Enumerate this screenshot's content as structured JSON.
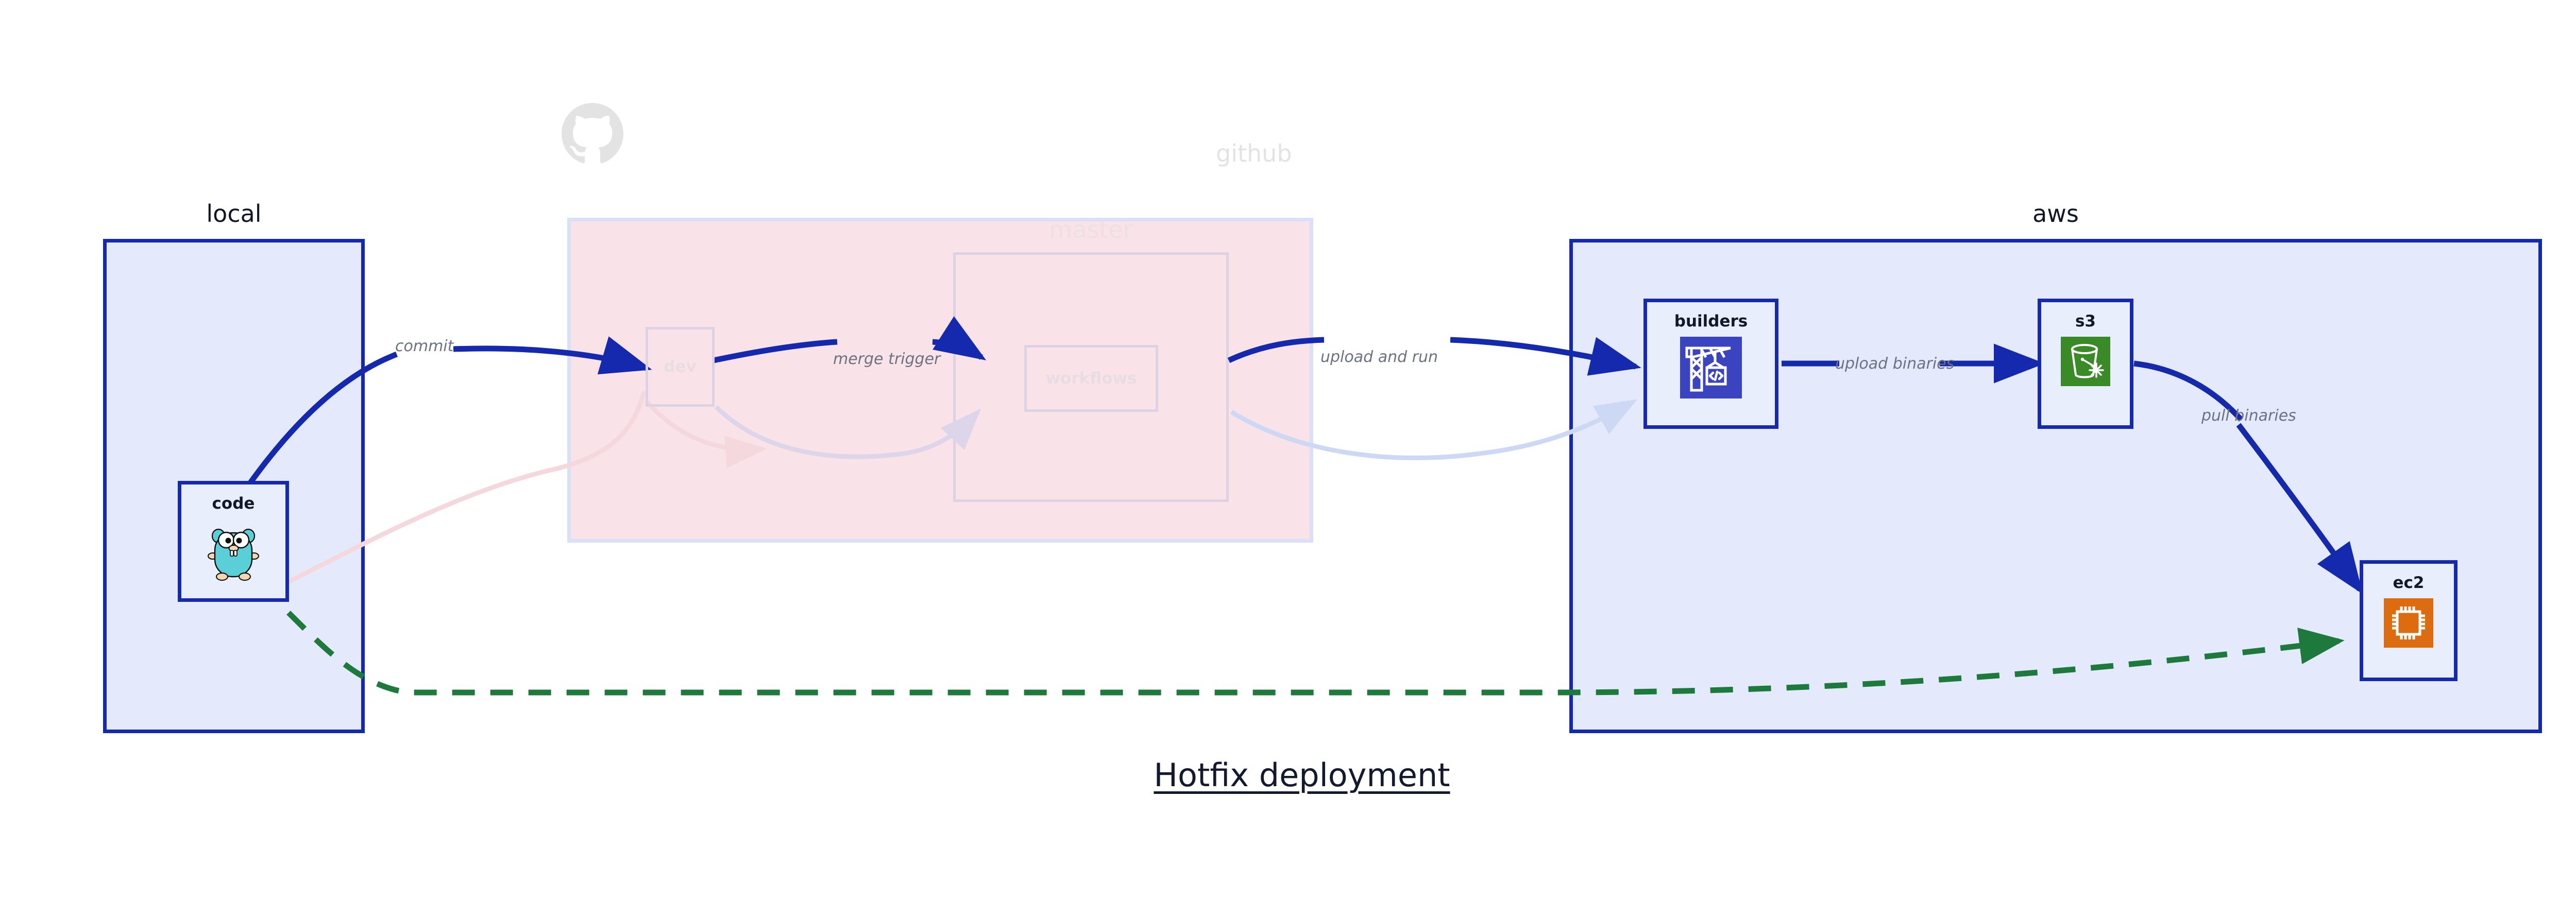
{
  "diagram": {
    "title": "Hotfix deployment",
    "type": "deployment-flow-diagram"
  },
  "clusters": [
    {
      "id": "local",
      "label": "local",
      "style": "solid-blue",
      "fill": "#e4eafb",
      "stroke": "#1429ad",
      "label_align": "center"
    },
    {
      "id": "github",
      "label": "github",
      "style": "faded-pink",
      "fill": "#fae3e8",
      "stroke": "#d9e0f7",
      "label_align": "right"
    },
    {
      "id": "master",
      "label": "master",
      "style": "faded-outline",
      "fill": "transparent",
      "stroke": "#ddd2e4",
      "label_align": "center"
    },
    {
      "id": "aws",
      "label": "aws",
      "style": "solid-blue",
      "fill": "#e4eafb",
      "stroke": "#1429ad",
      "label_align": "center"
    }
  ],
  "nodes": [
    {
      "id": "code",
      "label": "code",
      "icon": "go-gopher-icon",
      "cluster": "local",
      "faded": false
    },
    {
      "id": "dev",
      "label": "dev",
      "icon": "none",
      "cluster": "github",
      "faded": true
    },
    {
      "id": "workflows",
      "label": "workflows",
      "icon": "none",
      "cluster": "master",
      "faded": true
    },
    {
      "id": "builders",
      "label": "builders",
      "icon": "aws-codebuild-crane-icon",
      "icon_color": "#3a43c0",
      "cluster": "aws",
      "faded": false
    },
    {
      "id": "s3",
      "label": "s3",
      "icon": "aws-s3-glacier-bucket-icon",
      "icon_color": "#3b8a28",
      "cluster": "aws",
      "faded": false
    },
    {
      "id": "ec2",
      "label": "ec2",
      "icon": "aws-ec2-chip-icon",
      "icon_color": "#dd6b10",
      "cluster": "aws",
      "faded": false
    }
  ],
  "edges": [
    {
      "id": "commit",
      "label": "commit",
      "from": "code",
      "to": "dev",
      "style": "solid-blue",
      "color": "#1429ad"
    },
    {
      "id": "merge-trigger",
      "label": "merge trigger",
      "from": "dev",
      "to": "workflows",
      "style": "solid-blue",
      "color": "#1429ad"
    },
    {
      "id": "upload-and-run",
      "label": "upload and run",
      "from": "workflows",
      "to": "builders",
      "style": "solid-blue",
      "color": "#1429ad"
    },
    {
      "id": "upload-binaries",
      "label": "upload binaries",
      "from": "builders",
      "to": "s3",
      "style": "solid-blue",
      "color": "#1429ad"
    },
    {
      "id": "pull-binaries",
      "label": "pull binaries",
      "from": "s3",
      "to": "ec2",
      "style": "solid-blue",
      "color": "#1429ad"
    },
    {
      "id": "hotfix-direct",
      "label": "",
      "from": "code",
      "to": "ec2",
      "style": "dashed-green",
      "color": "#1e7a3c"
    },
    {
      "id": "ghost-a",
      "label": "",
      "from": "code",
      "to": "dev",
      "style": "faded",
      "color": "#f4d8de"
    },
    {
      "id": "ghost-b",
      "label": "",
      "from": "dev",
      "to": "workflows",
      "style": "faded",
      "color": "#ddd6ea"
    },
    {
      "id": "ghost-c",
      "label": "",
      "from": "workflows",
      "to": "builders",
      "style": "faded",
      "color": "#dbe1f6"
    }
  ],
  "branding": {
    "github_mark": "octocat-icon",
    "github_mark_color": "#e3e3e3"
  }
}
